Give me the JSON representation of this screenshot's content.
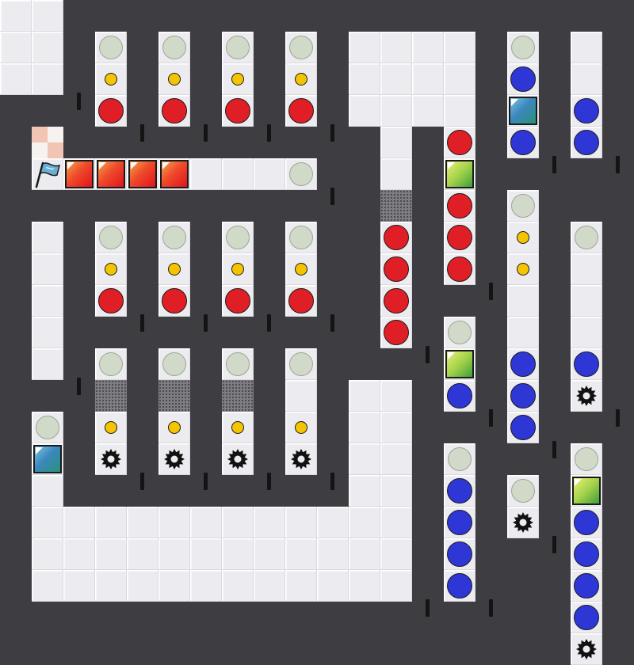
{
  "game": {
    "name": "",
    "player": "flag-goal",
    "colors": {
      "wall": "#3e3e42",
      "floor": "#ececf0",
      "red_ball": "#e01e26",
      "blue_ball": "#2e36d6",
      "yellow_dot": "#f5c400",
      "empty_slot": "#d1d9c8"
    },
    "icons": [
      "flag-icon",
      "gear-icon",
      "grate-tile",
      "checker-tile"
    ],
    "cube_colors": [
      "red",
      "teal",
      "green"
    ]
  }
}
